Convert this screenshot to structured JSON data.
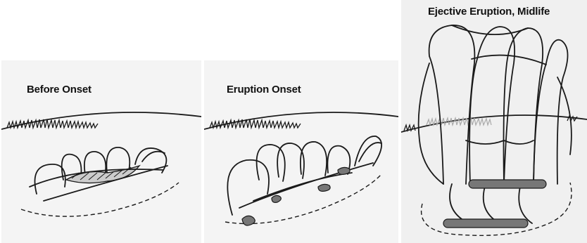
{
  "panels": [
    {
      "title": "Before Onset"
    },
    {
      "title": "Eruption Onset"
    },
    {
      "title": "Ejective Eruption, Midlife"
    }
  ]
}
